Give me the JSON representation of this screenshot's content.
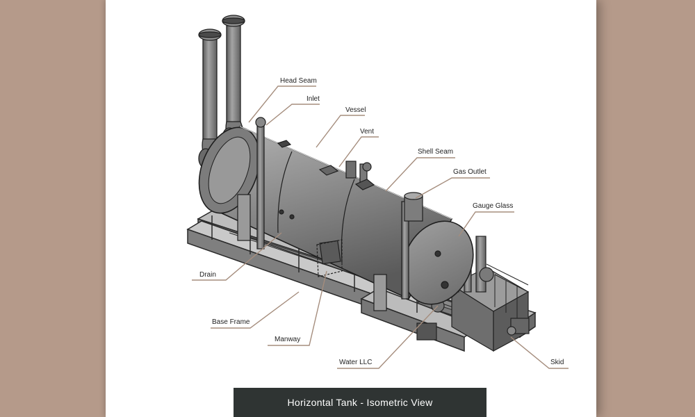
{
  "labels": {
    "head_seam": "Head Seam",
    "inlet": "Inlet",
    "vessel": "Vessel",
    "vent": "Vent",
    "shell_seam": "Shell Seam",
    "gas_outlet": "Gas Outlet",
    "gauge_glass": "Gauge Glass",
    "drain": "Drain",
    "base_frame": "Base Frame",
    "manway": "Manway",
    "water_llc": "Water LLC",
    "skid": "Skid"
  },
  "caption": "Horizontal Tank - Isometric View",
  "colors": {
    "background": "#b59a8a",
    "leader": "#a58d7d",
    "caption_bg": "#2f3433",
    "tank_fill": "#8a8a8a"
  }
}
